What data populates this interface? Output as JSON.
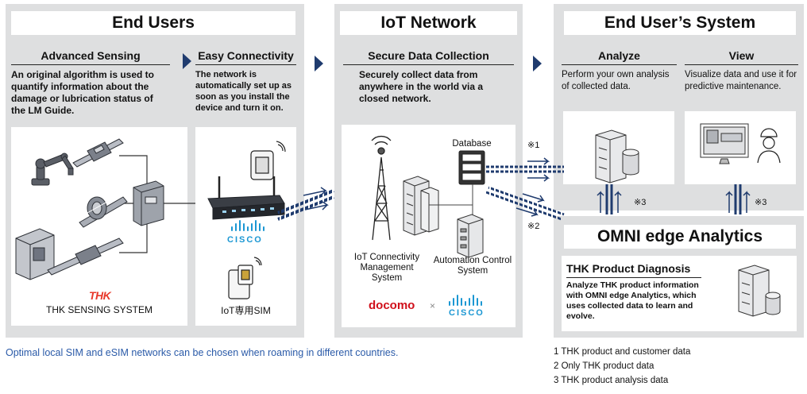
{
  "panels": {
    "end_users": {
      "title": "End Users",
      "advanced_sensing": {
        "heading": "Advanced Sensing",
        "text": "An original algorithm is used to quantify information about the damage or lubrication status of the LM Guide.",
        "logo": "THK",
        "caption": "THK SENSING SYSTEM"
      },
      "easy_connectivity": {
        "heading": "Easy Connectivity",
        "text": "The network is automatically set up as soon as you install the device and turn it on.",
        "cisco": "CISCO",
        "sim_caption": "IoT専用SIM"
      }
    },
    "iot_network": {
      "title": "IoT Network",
      "heading": "Secure Data Collection",
      "text": "Securely collect data from anywhere in the world via a closed network.",
      "database_label": "Database",
      "iot_cms_label": "IoT Connectivity Management System",
      "automation_label": "Automation Control System",
      "docomo": "docomo",
      "times_sign": "×",
      "cisco": "CISCO"
    },
    "end_user_system": {
      "title": "End User’s System",
      "analyze": {
        "heading": "Analyze",
        "text": "Perform your own analysis of collected data."
      },
      "view": {
        "heading": "View",
        "text": "Visualize data and use it for predictive maintenance."
      }
    },
    "omni": {
      "title": "OMNI edge Analytics",
      "heading": "THK Product Diagnosis",
      "text": "Analyze THK product information with OMNI edge Analytics, which uses collected data to learn and evolve."
    }
  },
  "markers": {
    "m1": "※1",
    "m2": "※2",
    "m3a": "※3",
    "m3b": "※3"
  },
  "footer_note": "Optimal local SIM and eSIM networks can be chosen when roaming in different countries.",
  "legend": [
    "1 THK product and customer data",
    "2 Only THK product data",
    "3 THK product analysis data"
  ],
  "colors": {
    "panel_bg": "#dedfe0",
    "arrow_navy": "#1f3b6e",
    "thk_red": "#e8392b",
    "docomo_red": "#d0101b",
    "cisco_blue": "#1b97d3",
    "footer_blue": "#2a5aa8"
  },
  "icons": [
    "robot-arm-icon",
    "linear-guide-icon",
    "sensor-box-icon",
    "router-icon",
    "sim-card-icon",
    "antenna-tower-icon",
    "server-icon",
    "database-icon",
    "monitor-icon",
    "worker-icon"
  ]
}
